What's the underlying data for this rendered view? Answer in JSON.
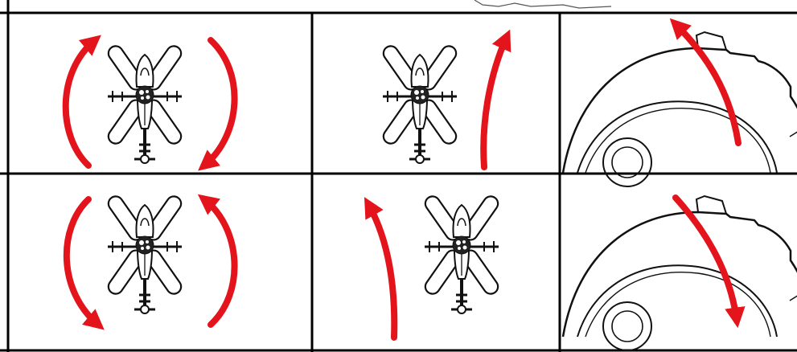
{
  "diagram": {
    "rows": [
      {
        "cells": [
          {
            "subject": "helicopter-top-view",
            "motion": "rotate-clockwise",
            "arrow_icons": [
              "curved-arrow-left-up",
              "curved-arrow-right-down"
            ]
          },
          {
            "subject": "helicopter-top-view",
            "motion": "move-forward",
            "arrow_icons": [
              "curved-arrow-up"
            ]
          },
          {
            "subject": "rotor-head-closeup",
            "motion": "rotate-counterclockwise",
            "arrow_icons": [
              "curved-arrow-up-left"
            ]
          }
        ]
      },
      {
        "cells": [
          {
            "subject": "helicopter-top-view",
            "motion": "rotate-counterclockwise",
            "arrow_icons": [
              "curved-arrow-left-down",
              "curved-arrow-right-up"
            ]
          },
          {
            "subject": "helicopter-top-view",
            "motion": "move-forward",
            "arrow_icons": [
              "curved-arrow-up"
            ]
          },
          {
            "subject": "rotor-head-closeup",
            "motion": "rotate-clockwise",
            "arrow_icons": [
              "curved-arrow-down-right"
            ]
          }
        ]
      }
    ],
    "colors": {
      "arrow": "#e3141b",
      "line": "#111111",
      "blade_fill": "#ffffff",
      "background": "#ffffff",
      "grid": "#000000"
    }
  }
}
